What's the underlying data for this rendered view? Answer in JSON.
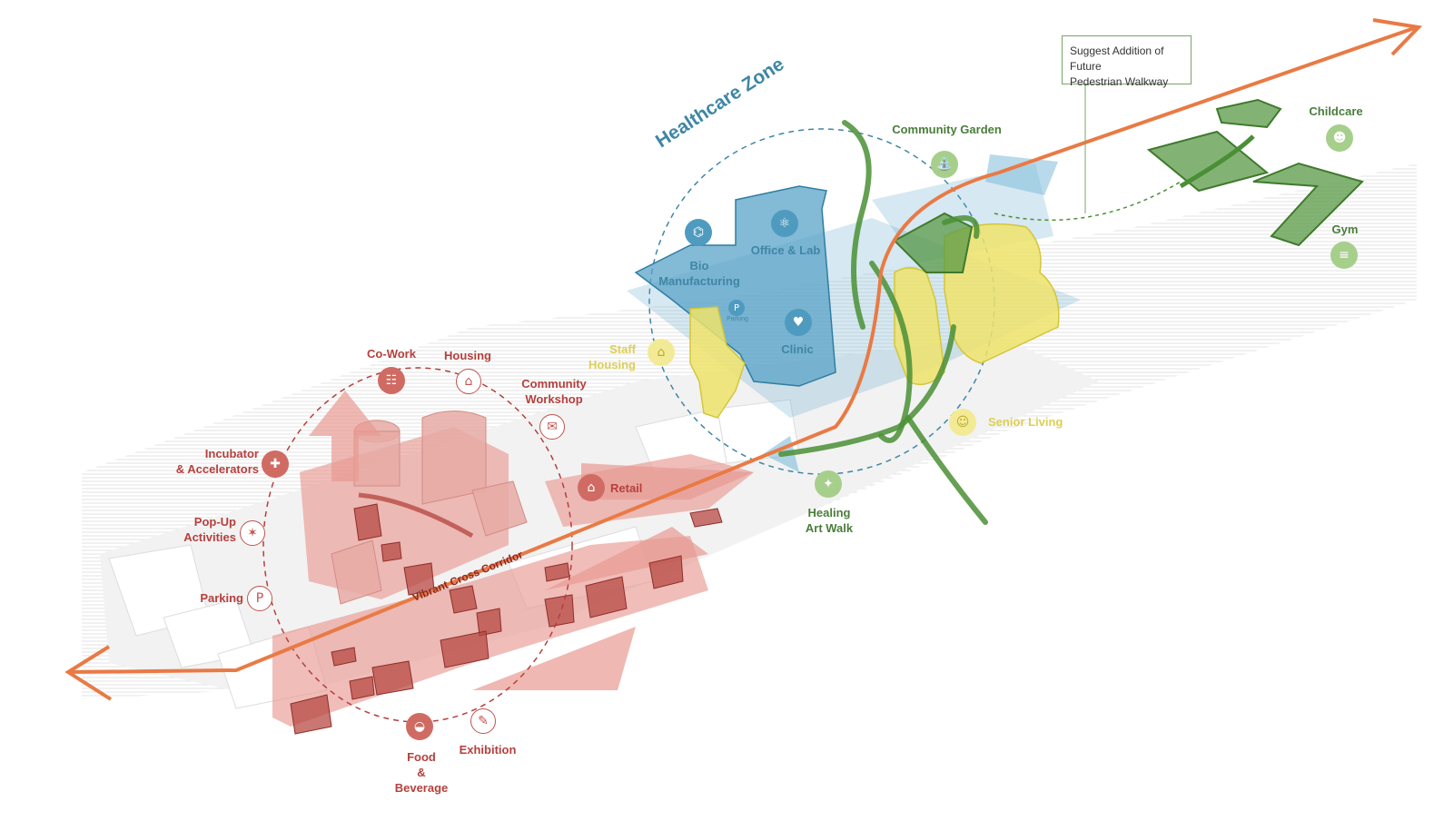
{
  "colors": {
    "commercial": "#e89a93",
    "commercial_dark": "#b84a44",
    "healthcare": "#5aa3c7",
    "green": "#5a9a45",
    "yellow": "#efe36b",
    "corridor": "#e97a45"
  },
  "healthcare_zone": {
    "title": "Healthcare Zone",
    "labels": {
      "bio": "Bio\nManufacturing",
      "office": "Office & Lab",
      "clinic": "Clinic",
      "parking_small": "Parking"
    }
  },
  "corridor_label": "Vibrant Cross Corridor",
  "commercial_labels": {
    "cowork": "Co-Work",
    "housing": "Housing",
    "workshop": "Community\nWorkshop",
    "incubator": "Incubator\n& Accelerators",
    "popup": "Pop-Up\nActivities",
    "parking": "Parking",
    "retail": "Retail",
    "food": "Food\n&\nBeverage",
    "exhibition": "Exhibition"
  },
  "green_labels": {
    "garden": "Community Garden",
    "healing": "Healing\nArt Walk",
    "childcare": "Childcare",
    "gym": "Gym"
  },
  "yellow_labels": {
    "staff": "Staff\nHousing",
    "senior": "Senior Living"
  },
  "callout": "Suggest Addition of Future\nPedestrian Walkway",
  "icons": {
    "dna": "dna-icon",
    "atom": "atom-icon",
    "heartbeat": "heartbeat-icon",
    "parking": "parking-icon",
    "people": "people-icon",
    "house": "house-icon",
    "chat": "chat-icon",
    "gift": "gift-icon",
    "shop": "shop-icon",
    "party": "party-icon",
    "bowl": "food-bowl-icon",
    "brush": "brush-icon",
    "watering": "watering-can-icon",
    "dumbbell": "dumbbell-icon",
    "family": "family-icon",
    "walk": "walking-icon",
    "elder": "elder-icon"
  }
}
